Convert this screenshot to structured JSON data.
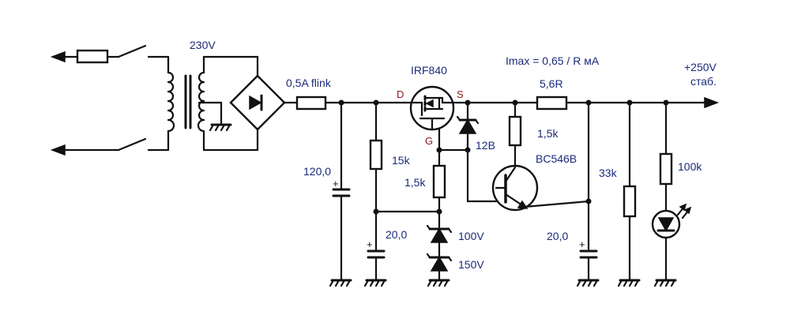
{
  "labels": {
    "transformer_voltage": "230V",
    "fuse": "0,5A flink",
    "mosfet": "IRF840",
    "pin_d": "D",
    "pin_s": "S",
    "pin_g": "G",
    "current_formula": "Imax = 0,65 / R мА",
    "output_voltage": "+250V",
    "output_note": "стаб.",
    "r_sense": "5,6R",
    "r_base": "1,5k",
    "transistor": "BC546B",
    "zener_12": "12В",
    "r_gate": "15k",
    "r_divider": "1,5k",
    "cap_main": "120,0",
    "cap_gate": "20,0",
    "zener_100": "100V",
    "zener_150": "150V",
    "cap_out": "20,0",
    "r_33k": "33k",
    "r_100k": "100k",
    "polarity": "+"
  },
  "colors": {
    "wire": "#111111",
    "label": "#1a2a7a",
    "pin_label": "#8b1a1a"
  }
}
